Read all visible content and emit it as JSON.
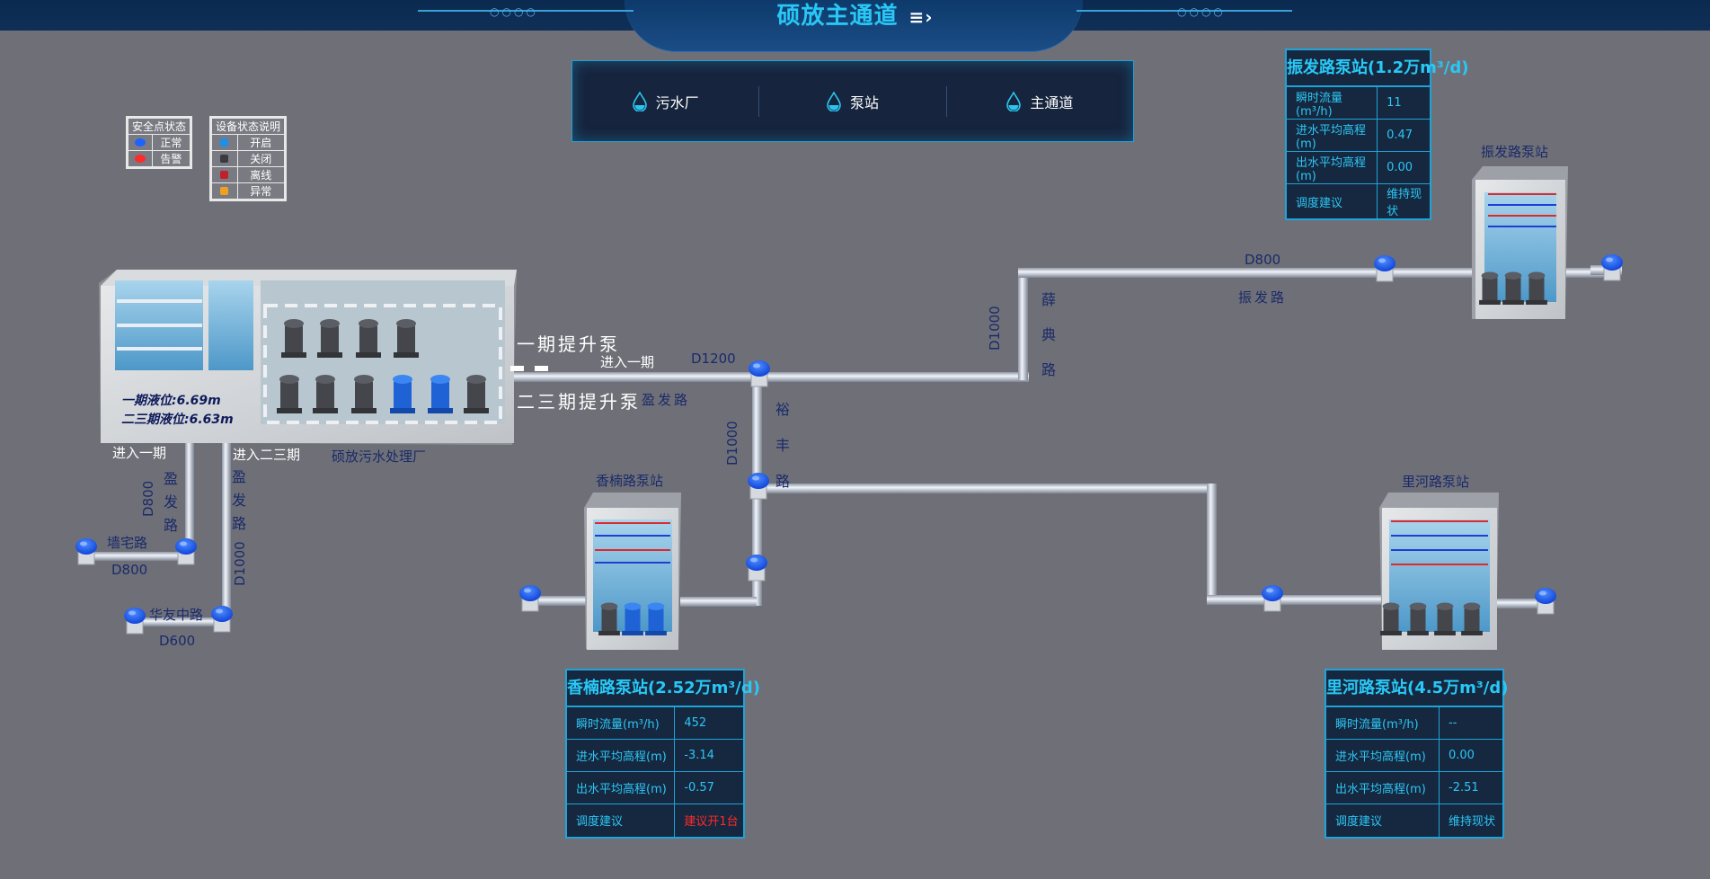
{
  "header": {
    "title": "硕放主通道",
    "menu_icon": "menu-collapse-icon"
  },
  "tabs": [
    {
      "label": "污水厂",
      "icon": "water-drop-icon"
    },
    {
      "label": "泵站",
      "icon": "water-drop-icon"
    },
    {
      "label": "主通道",
      "icon": "water-drop-icon"
    }
  ],
  "legend_safety": {
    "title": "安全点状态",
    "rows": [
      {
        "label": "正常",
        "color": "#1e62ff"
      },
      {
        "label": "告警",
        "color": "#ff2a2a"
      }
    ]
  },
  "legend_device": {
    "title": "设备状态说明",
    "rows": [
      {
        "label": "开启",
        "color": "#1f8fe8"
      },
      {
        "label": "关闭",
        "color": "#3a3a40"
      },
      {
        "label": "离线",
        "color": "#c0202a"
      },
      {
        "label": "异常",
        "color": "#f0a020"
      }
    ]
  },
  "cards": {
    "zhenfa": {
      "title": "振发路泵站(1.2万m³/d)",
      "rows": [
        {
          "label": "瞬时流量(m³/h)",
          "value": "11"
        },
        {
          "label": "进水平均高程(m)",
          "value": "0.47"
        },
        {
          "label": "出水平均高程(m)",
          "value": "0.00"
        },
        {
          "label": "调度建议",
          "value": "维持现状"
        }
      ]
    },
    "xiangnan": {
      "title": "香楠路泵站(2.52万m³/d)",
      "rows": [
        {
          "label": "瞬时流量(m³/h)",
          "value": "452"
        },
        {
          "label": "进水平均高程(m)",
          "value": "-3.14"
        },
        {
          "label": "出水平均高程(m)",
          "value": "-0.57"
        },
        {
          "label": "调度建议",
          "value": "建议开1台"
        }
      ]
    },
    "lihe": {
      "title": "里河路泵站(4.5万m³/d)",
      "rows": [
        {
          "label": "瞬时流量(m³/h)",
          "value": "--"
        },
        {
          "label": "进水平均高程(m)",
          "value": "0.00"
        },
        {
          "label": "出水平均高程(m)",
          "value": "-2.51"
        },
        {
          "label": "调度建议",
          "value": "维持现状"
        }
      ]
    }
  },
  "plant": {
    "name": "硕放污水处理厂",
    "level_1": "一期液位:6.69m",
    "level_23": "二三期液位:6.63m",
    "pump_1": "一期提升泵",
    "pump_23": "二三期提升泵"
  },
  "labels": {
    "enter_1_top": "进入一期",
    "enter_1_bottom": "进入一期",
    "enter_23": "进入二三期",
    "d1200": "D1200",
    "yingfa_road_h": "盈发路",
    "d800_top": "D800",
    "zhenfa_road": "振发路",
    "xuedian_road": "薛典路",
    "d1000_xuedian": "D1000",
    "yufeng_road": "裕丰路",
    "d1000_yufeng": "D1000",
    "yingfa_road_v1": "盈发路",
    "d800_v": "D800",
    "yingfa_road_v2": "盈发路",
    "d1000_left": "D1000",
    "qiangzhai_road": "墙宅路",
    "d800_bottom": "D800",
    "huayouzhong_road": "华友中路",
    "d600": "D600",
    "station_zhenfa": "振发路泵站",
    "station_xiangnan": "香楠路泵站",
    "station_lihe": "里河路泵站"
  }
}
